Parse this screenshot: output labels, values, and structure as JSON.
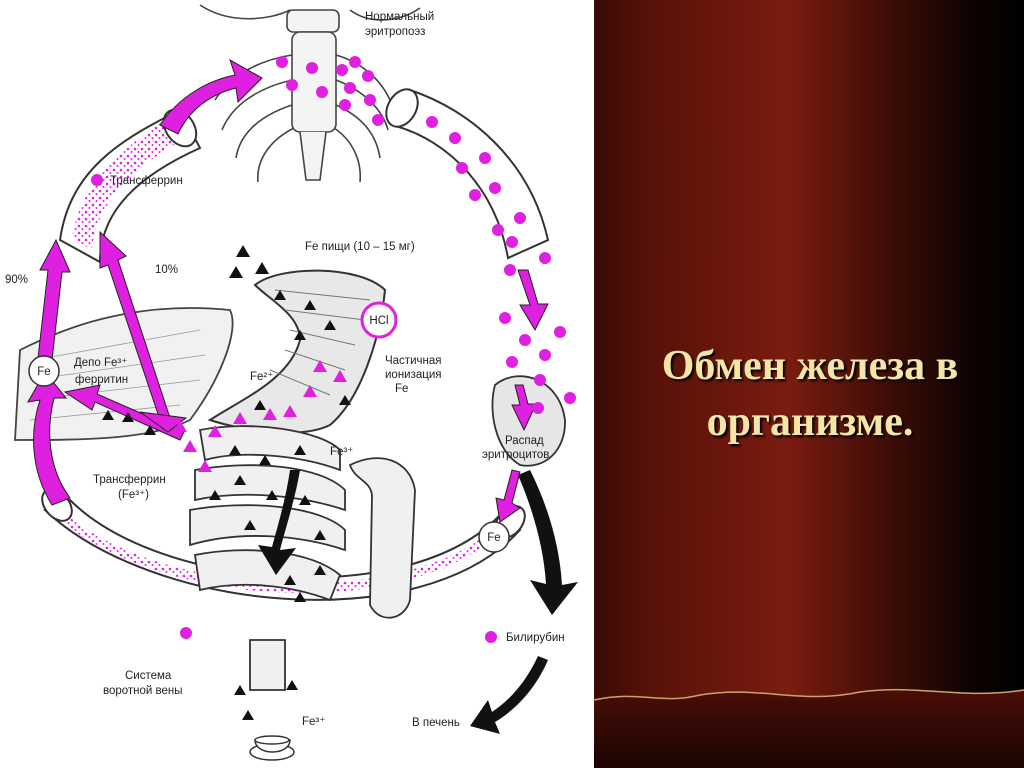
{
  "slide": {
    "title_line1": "Обмен железа в",
    "title_line2": "организме."
  },
  "diagram": {
    "normal_erythropoiesis_line1": "Нормальный",
    "normal_erythropoiesis_line2": "эритропоэз",
    "transferrin_top": "Трансферрин",
    "food_iron": "Fe пищи (10 – 15 мг)",
    "hcl": "HCl",
    "partial_ionization_line1": "Частичная",
    "partial_ionization_line2": "ионизация",
    "partial_ionization_line3": "Fe",
    "percent_90": "90%",
    "percent_10": "10%",
    "depot_line1": "Депо Fe³⁺",
    "depot_line2": "ферритин",
    "fe_circle_left": "Fe",
    "fe2_label": "Fe²⁺",
    "fe3_label_mid": "Fe³⁺",
    "transferrin_fe3_line1": "Трансферрин",
    "transferrin_fe3_line2": "(Fe³⁺)",
    "rbc_breakdown_line1": "Распад",
    "rbc_breakdown_line2": "эритроцитов",
    "fe_circle_right": "Fe",
    "bilirubin": "Билирубин",
    "portal_system_line1": "Система",
    "portal_system_line2": "воротной вены",
    "fe3_label_bottom": "Fe³⁺",
    "to_liver": "В печень"
  },
  "colors": {
    "magenta": "#e020e0",
    "title_text": "#f3e6a6",
    "curtain_red": "#7a1a10",
    "ink": "#222222"
  }
}
